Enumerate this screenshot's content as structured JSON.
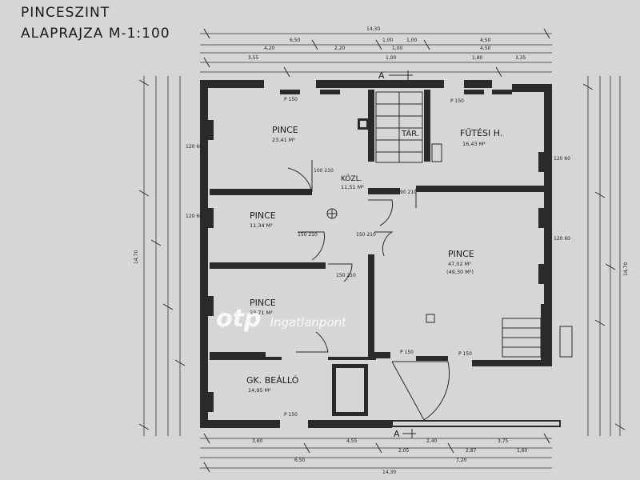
{
  "title": {
    "line1": "PINCESZINT",
    "line2": "ALAPRAJZA M-1:100"
  },
  "rooms": [
    {
      "name": "PINCE",
      "area": "23,41 M²"
    },
    {
      "name": "KÖZL.",
      "area": "11,51 M²"
    },
    {
      "name": "TÁR.",
      "area": ""
    },
    {
      "name": "FŰTÉSI H.",
      "area": "16,43 M²"
    },
    {
      "name": "PINCE",
      "area": "11,34 M²"
    },
    {
      "name": "PINCE",
      "area": "47,02 M²",
      "area2": "(49,30 M²)"
    },
    {
      "name": "PINCE",
      "area": "23,71 M²"
    },
    {
      "name": "GK. BEÁLLÓ",
      "area": "14,95 M²"
    }
  ],
  "section_marks": [
    "A",
    "A"
  ],
  "dimensions": {
    "top_overall": "14,30",
    "top_row1": [
      "6,50",
      "1,00",
      "1,00",
      "4,50"
    ],
    "top_row2": [
      "4,20",
      "2,20",
      "1,00",
      "4,50"
    ],
    "top_row3": [
      "3,55",
      "1,00",
      "1,80",
      "3,35"
    ],
    "bottom_row1": [
      "3,60",
      "4,55",
      "2,40",
      "3,75"
    ],
    "bottom_row2": [
      "2,05",
      "2,87",
      "1,60"
    ],
    "bottom_row3": [
      "6,50",
      "7,20"
    ],
    "bottom_overall": "14,30",
    "right_overall": "14,70",
    "left_overall": "14,70",
    "windows": [
      "P 150",
      "P 150",
      "P 150",
      "P 150",
      "P 150"
    ],
    "openings": [
      "120 60",
      "120 60",
      "120 60",
      "120 60",
      "100 210",
      "150 210",
      "150 210",
      "150 210",
      "90 210"
    ]
  },
  "watermark": {
    "logo": "otp",
    "text": "Ingatlanpont"
  }
}
